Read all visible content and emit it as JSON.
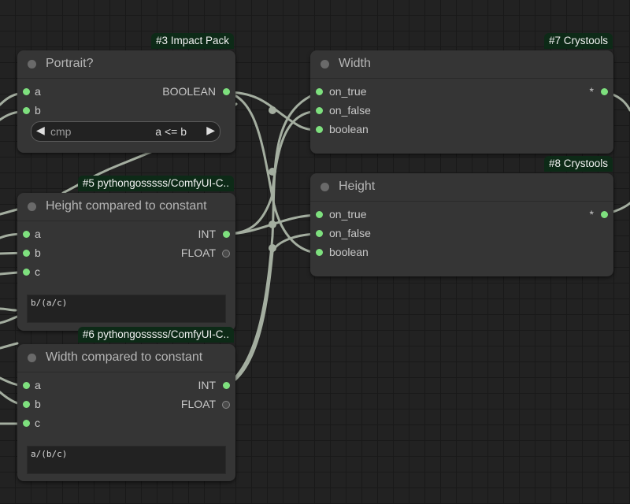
{
  "colors": {
    "canvas": "#222222",
    "grid": "#191919",
    "node_body": "#353535",
    "badge": "#0d2a17",
    "wire": "#a4aea0",
    "slot_connected": "#7ee07e"
  },
  "nodes": {
    "portrait": {
      "badge": "#3 Impact Pack",
      "title": "Portrait?",
      "inputs": [
        "a",
        "b"
      ],
      "output": "BOOLEAN",
      "combo": {
        "name": "cmp",
        "value": "a <= b"
      }
    },
    "height_compare": {
      "badge": "#5 pythongosssss/ComfyUI-C..",
      "title": "Height compared to constant",
      "inputs": [
        "a",
        "b",
        "c"
      ],
      "outputs": [
        "INT",
        "FLOAT"
      ],
      "expression": "b/(a/c)"
    },
    "width_compare": {
      "badge": "#6 pythongosssss/ComfyUI-C..",
      "title": "Width compared to constant",
      "inputs": [
        "a",
        "b",
        "c"
      ],
      "outputs": [
        "INT",
        "FLOAT"
      ],
      "expression": "a/(b/c)"
    },
    "width_switch": {
      "badge": "#7 Crystools",
      "title": "Width",
      "inputs": [
        "on_true",
        "on_false",
        "boolean"
      ],
      "output": "*"
    },
    "height_switch": {
      "badge": "#8 Crystools",
      "title": "Height",
      "inputs": [
        "on_true",
        "on_false",
        "boolean"
      ],
      "output": "*"
    }
  }
}
